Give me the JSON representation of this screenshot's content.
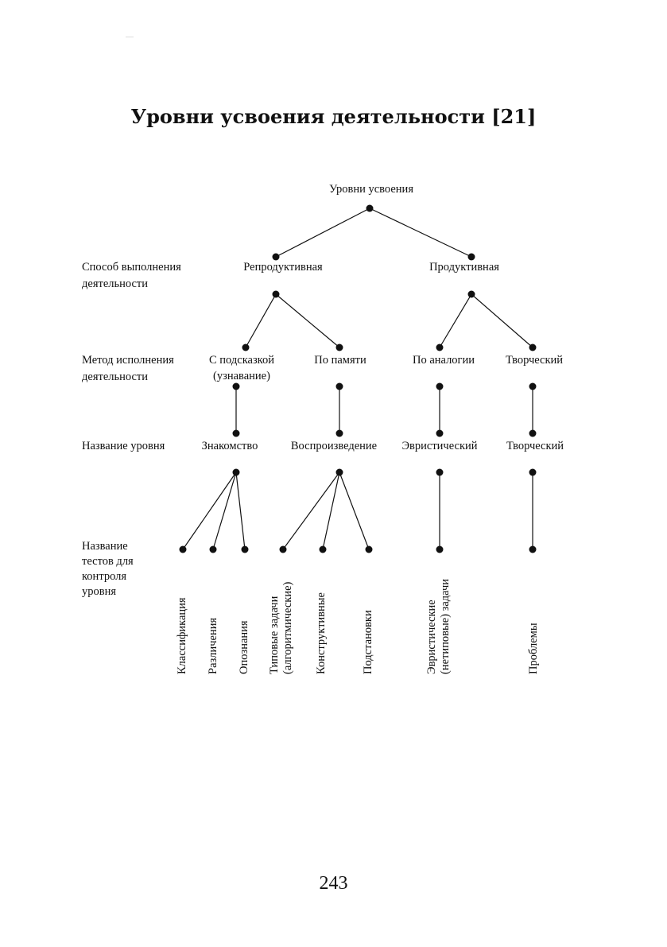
{
  "title": "Уровни усвоения деятельности [21]",
  "page_number": "243",
  "row_labels": {
    "way": [
      "Способ выполнения",
      "деятельности"
    ],
    "method": [
      "Метод исполнения",
      "деятельности"
    ],
    "level": [
      "Название уровня"
    ],
    "tests": [
      "Название",
      "тестов для",
      "контроля",
      "уровня"
    ]
  },
  "nodes": {
    "root": "Уровни усвоения",
    "reproductive": "Репродуктивная",
    "productive": "Продуктивная",
    "hint": [
      "С подсказкой",
      "(узнавание)"
    ],
    "memory": "По памяти",
    "analogy": "По аналогии",
    "creative_method": "Творческий",
    "familiarity": "Знакомство",
    "reproduction": "Воспроизведение",
    "heuristic": "Эвристический",
    "creative_level": "Творческий"
  },
  "tests": {
    "classification": "Классификация",
    "distinction": "Различения",
    "recognition": "Опознания",
    "typical": [
      "Типовые задачи",
      "(алгоритмические)"
    ],
    "constructive": "Конструктивные",
    "substitution": "Подстановки",
    "heuristic": [
      "Эвристические",
      "(нетиповые) задачи"
    ],
    "problems": "Проблемы"
  }
}
